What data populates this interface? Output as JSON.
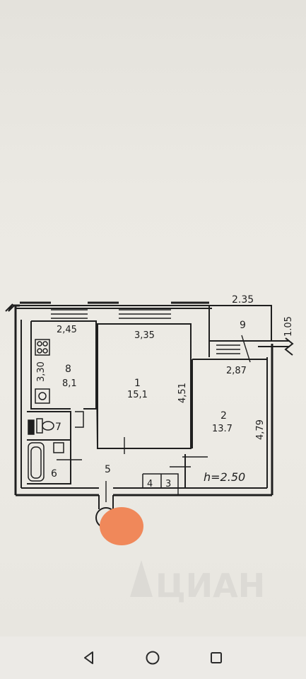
{
  "floor_plan": {
    "rooms": [
      {
        "number": "1",
        "area": "15,1"
      },
      {
        "number": "2",
        "area": "13.7"
      },
      {
        "number": "3"
      },
      {
        "number": "4"
      },
      {
        "number": "5"
      },
      {
        "number": "6"
      },
      {
        "number": "7"
      },
      {
        "number": "8",
        "area": "8,1"
      },
      {
        "number": "9"
      }
    ],
    "dimensions": {
      "d_2_35": "2.35",
      "d_1_05": "1.05",
      "d_2_45": "2,45",
      "d_3_35": "3,35",
      "d_3_30": "3,30",
      "d_4_51": "4,51",
      "d_2_87": "2,87",
      "d_4_79": "4,79"
    },
    "ceiling_height": "h=2.50",
    "watermark": "ЦИАН"
  },
  "colors": {
    "paper": "#ebe9e3",
    "ink": "#1f1f1f",
    "redaction": "#f0885a"
  },
  "nav": {
    "back": "back-icon",
    "home": "home-icon",
    "recents": "recents-icon"
  }
}
